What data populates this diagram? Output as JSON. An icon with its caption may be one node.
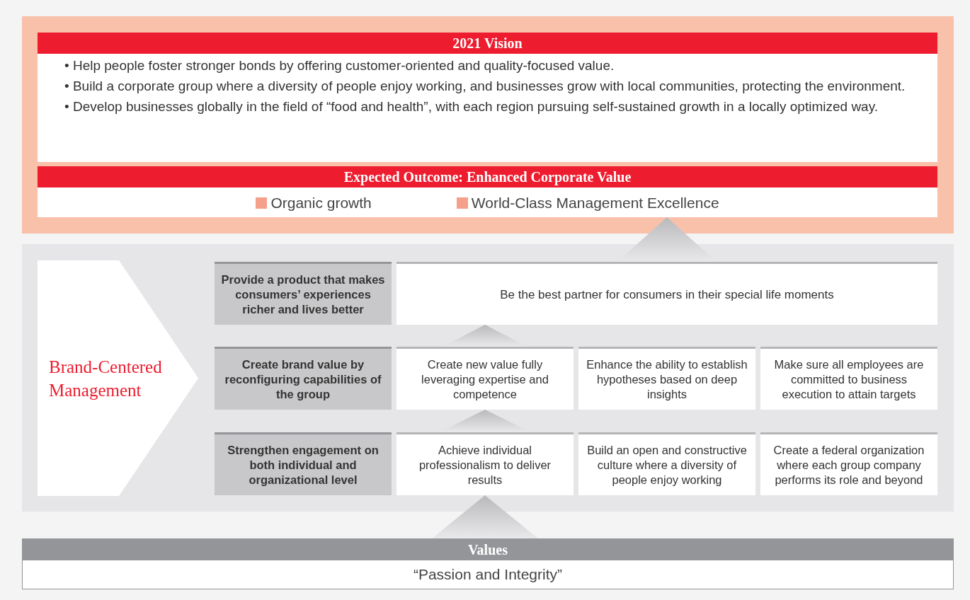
{
  "diagram": {
    "nodes": [
      {
        "text": [],
        "shape": "box"
      },
      {
        "text": [
          "2021 Vision",
          "• Help people foster stronger bonds by offering customer-oriented and quality-focused value.",
          "• Build a corporate group where a diversity of people enjoy working, and businesses grow with local communities, protecting the environment.",
          "• Develop businesses globally in the field of “food and health”, with each region pursuing self-sustained growth in a locally optimized way."
        ],
        "in": 0
      },
      {
        "text": [
          "Expected Outcome: Enhanced Corporate Value",
          "Organic growth",
          "World-Class Management Excellence"
        ],
        "in": 0
      },
      {
        "text": [],
        "shape": "box"
      },
      {
        "text": [
          "Brand-Centered Management"
        ],
        "in": 3
      },
      {
        "text": [
          "Provide a product that makes consumers’ experiences richer and lives better"
        ],
        "in": 3
      },
      {
        "text": [
          "Be the best partner for consumers in their special life moments"
        ],
        "in": 3
      },
      {
        "text": [
          "Create brand value by reconfiguring capabilities of the group"
        ],
        "in": 3
      },
      {
        "text": [
          "Create new value fully leveraging expertise and competence"
        ],
        "in": 3
      },
      {
        "text": [
          "Enhance the ability to establish hypotheses based on deep insights"
        ],
        "in": 3
      },
      {
        "text": [
          "Make sure all employees are committed to business execution to attain targets"
        ],
        "in": 3
      },
      {
        "text": [
          "Strengthen engagement on both individual and organizational level"
        ],
        "in": 3
      },
      {
        "text": [
          "Achieve individual professionalism to deliver results"
        ],
        "in": 3
      },
      {
        "text": [
          "Build an open and constructive culture where a diversity of people enjoy working"
        ],
        "in": 3
      },
      {
        "text": [
          "Create a federal organization where each group company performs its role and beyond"
        ],
        "in": 3
      },
      {
        "text": [
          "Values",
          "“Passion and Integrity”"
        ]
      }
    ],
    "edges": [
      {
        "from": 15,
        "to": 12,
        "arrow": "to"
      },
      {
        "from": 12,
        "to": 8,
        "arrow": "to"
      },
      {
        "from": 8,
        "to": 6,
        "arrow": "to"
      },
      {
        "from": 6,
        "to": 2,
        "arrow": "to"
      }
    ]
  }
}
